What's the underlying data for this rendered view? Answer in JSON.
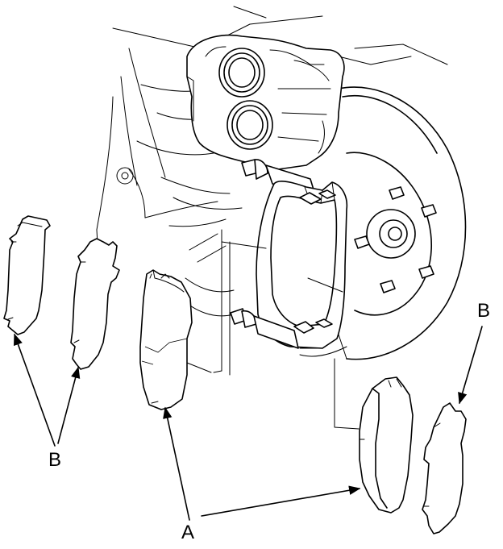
{
  "labels": {
    "pad": "A",
    "shim_right": "B",
    "shim_left": "B"
  },
  "icons": {
    "caliper": "brake-caliper-icon",
    "rotor": "brake-rotor-icon",
    "bracket": "caliper-bracket-icon",
    "pad": "brake-pad-icon",
    "shim": "pad-shim-icon"
  }
}
